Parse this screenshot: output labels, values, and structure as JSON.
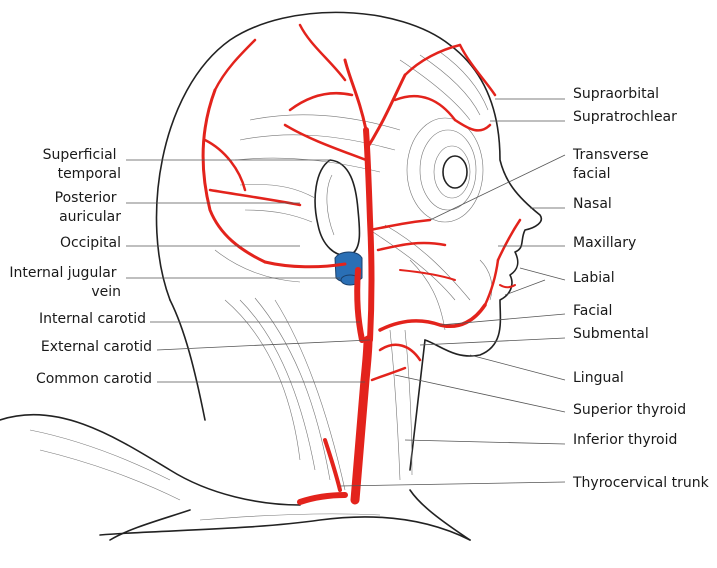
{
  "labels": {
    "left": {
      "superficial_temporal": [
        "Superficial",
        "temporal"
      ],
      "posterior_auricular": [
        "Posterior",
        "auricular"
      ],
      "occipital": "Occipital",
      "internal_jugular_vein": [
        "Internal jugular",
        "vein"
      ],
      "internal_carotid": "Internal carotid",
      "external_carotid": "External carotid",
      "common_carotid": "Common carotid"
    },
    "right": {
      "supraorbital": "Supraorbital",
      "supratrochlear": "Supratrochlear",
      "transverse_facial": [
        "Transverse",
        "facial"
      ],
      "nasal": "Nasal",
      "maxillary": "Maxillary",
      "labial": "Labial",
      "facial": "Facial",
      "submental": "Submental",
      "lingual": "Lingual",
      "superior_thyroid": "Superior thyroid",
      "inferior_thyroid": "Inferior thyroid",
      "thyrocervical_trunk": "Thyrocervical trunk"
    }
  },
  "colors": {
    "artery": "#e3231c",
    "vein": "#2a6fb5",
    "outline": "#222222",
    "text": "#1a1a1a"
  }
}
